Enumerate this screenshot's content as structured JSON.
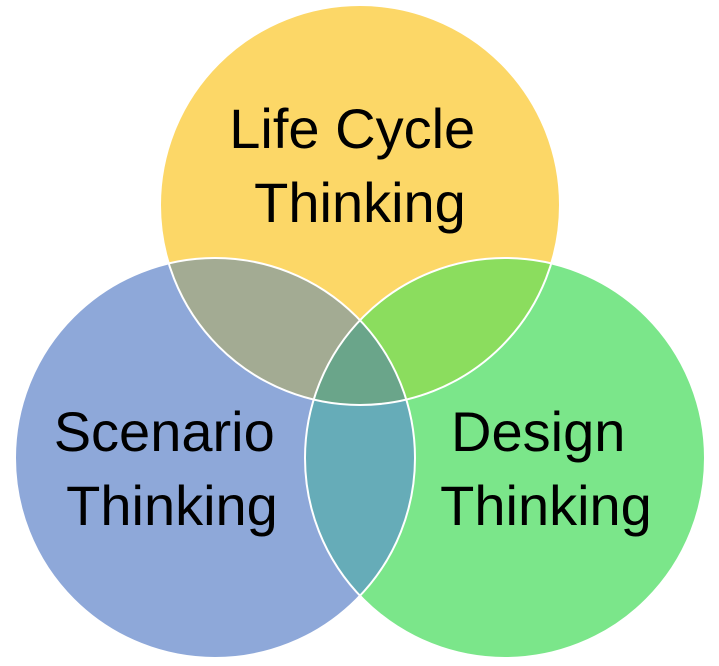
{
  "diagram": {
    "type": "venn",
    "circles": [
      {
        "id": "life-cycle",
        "label_lines": [
          "Life Cycle",
          "Thinking"
        ],
        "color": "#fcd767"
      },
      {
        "id": "scenario",
        "label_lines": [
          "Scenario",
          "Thinking"
        ],
        "color": "#8ea8d9"
      },
      {
        "id": "design",
        "label_lines": [
          "Design",
          "Thinking"
        ],
        "color": "#7be68a"
      }
    ],
    "overlap_colors": {
      "life_cycle_scenario": "#a3ab93",
      "life_cycle_design": "#8bdd5e",
      "scenario_design": "#66acb8",
      "all_three": "#6aa58a"
    },
    "outline_color": "#ffffff"
  }
}
